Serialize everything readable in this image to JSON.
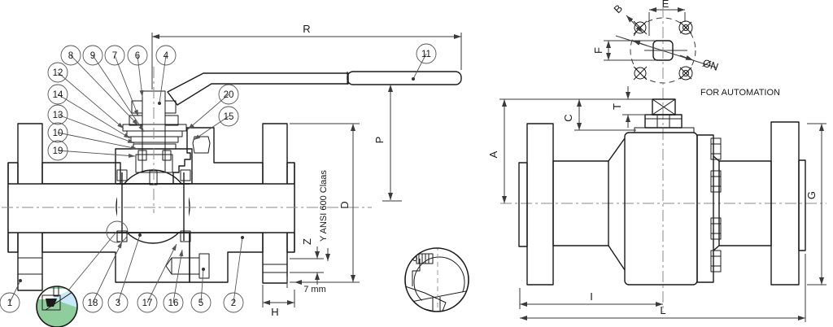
{
  "section_view": {
    "callouts": [
      "1",
      "2",
      "3",
      "4",
      "5",
      "6",
      "7",
      "8",
      "9",
      "10",
      "11",
      "12",
      "13",
      "14",
      "15",
      "16",
      "17",
      "18",
      "19",
      "20"
    ],
    "dims": {
      "R": "R",
      "P": "P",
      "D": "D",
      "Z": "Z",
      "H": "H",
      "raised_face": "7 mm",
      "flange_class": "Y ANSI 600 Claas"
    }
  },
  "top_view": {
    "dims": {
      "B": "B",
      "E": "E",
      "F": "F",
      "N": "ØN"
    },
    "note": "FOR AUTOMATION"
  },
  "side_view": {
    "dims": {
      "A": "A",
      "C": "C",
      "T": "T",
      "G": "G",
      "I": "I",
      "L": "L"
    }
  },
  "colors": {
    "body_green": "#8FCD9C",
    "closure_yellow": "#F8EF6E",
    "stem_pink": "#F7C9DE",
    "ball_blue": "#C9E9F8",
    "gland_blue": "#2FA8E1",
    "seat_orange": "#F7941D",
    "plug_gray": "#C9C9C9"
  }
}
